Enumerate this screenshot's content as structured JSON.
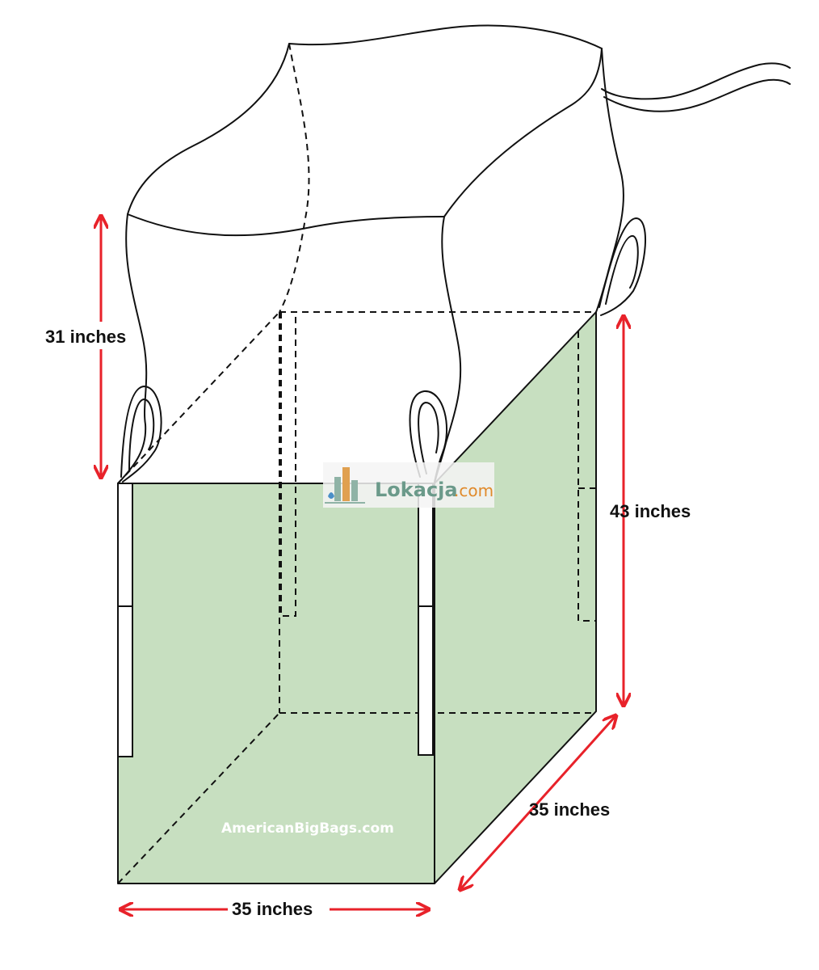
{
  "dimensions": {
    "top_height": "31 inches",
    "body_height": "43 inches",
    "depth": "35 inches",
    "width": "35 inches"
  },
  "watermarks": {
    "site": "AmericanBigBags.com",
    "logo_main": "Lokacja",
    "logo_suffix": ".com"
  },
  "colors": {
    "bag_fill": "#c7dfc0",
    "arrow": "#e8222a",
    "outline": "#111111",
    "logo_main": "#6b9a8a",
    "logo_suffix": "#e08a2a"
  },
  "icons": [
    "building-logo-icon"
  ]
}
